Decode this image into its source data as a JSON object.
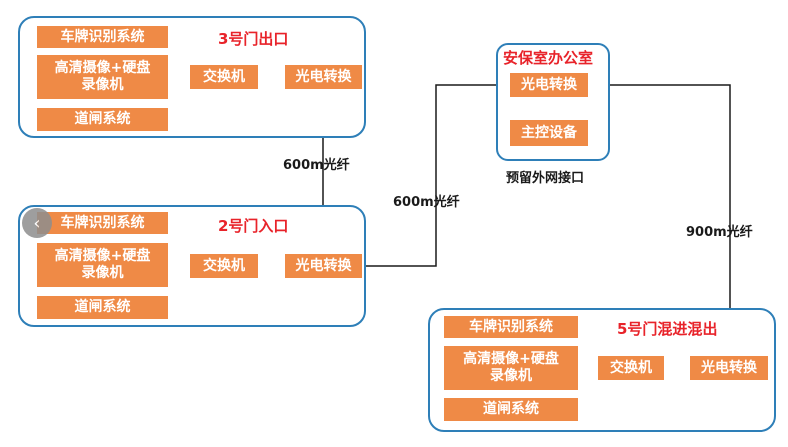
{
  "colors": {
    "border": "#2e7fb8",
    "box_fill": "#ef8a46",
    "title_red": "#e8232a",
    "line": "#1a1a1a"
  },
  "gate3": {
    "title": "3号门出口",
    "devices": [
      "车牌识别系统",
      "高清摄像+硬盘录像机",
      "道闸系统"
    ],
    "switch": "交换机",
    "converter": "光电转换"
  },
  "gate2": {
    "title": "2号门入口",
    "devices": [
      "车牌识别系统",
      "高清摄像+硬盘录像机",
      "道闸系统"
    ],
    "switch": "交换机",
    "converter": "光电转换"
  },
  "gate5": {
    "title": "5号门混进混出",
    "devices": [
      "车牌识别系统",
      "高清摄像+硬盘录像机",
      "道闸系统"
    ],
    "switch": "交换机",
    "converter": "光电转换"
  },
  "security_office": {
    "title": "安保室办公室",
    "converter": "光电转换",
    "main_control": "主控设备",
    "reserved_port": "预留外网接口"
  },
  "fiber_links": {
    "gate3_to_gate2": "600m光纤",
    "gate2_to_office": "600m光纤",
    "office_to_gate5": "900m光纤"
  },
  "nav": {
    "prev_icon": "chevron-left-icon"
  }
}
